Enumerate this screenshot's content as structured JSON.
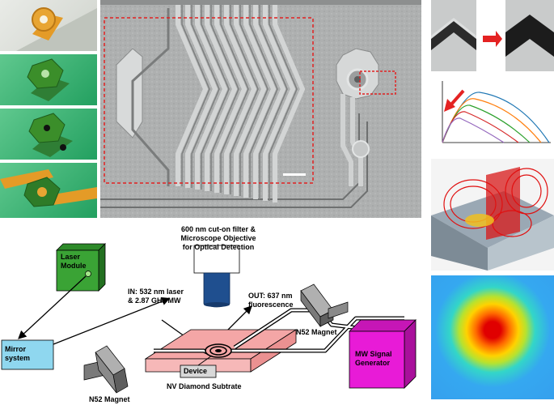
{
  "labels": {
    "laser_module": "Laser Module",
    "mirror_system": "Mirror system",
    "in_label": "IN:",
    "in_text_1": " 532 nm laser",
    "in_text_2": "& 2.87 GHz MW",
    "out_label": "OUT:",
    "out_text_1": " 637 nm",
    "out_text_2": "fluorescence",
    "objective_1": "600 nm cut-on filter &",
    "objective_2": "Microscope Objective",
    "objective_3": "for Optical Detection",
    "magnet_left": "N52 Magnet",
    "magnet_right": "N52 Magnet",
    "device": "Device",
    "substrate": "NV Diamond Subtrate",
    "mw_generator_1": "MW Signal",
    "mw_generator_2": "Generator"
  },
  "colors": {
    "laser_module": "#3aa335",
    "mirror_system": "#8fd7ef",
    "substrate": "#f4a6a6",
    "mw_generator": "#e81bd7",
    "objective_lens": "#1f4f8f",
    "magnet": "#8a8a8a",
    "red_dash": "#e02020"
  }
}
